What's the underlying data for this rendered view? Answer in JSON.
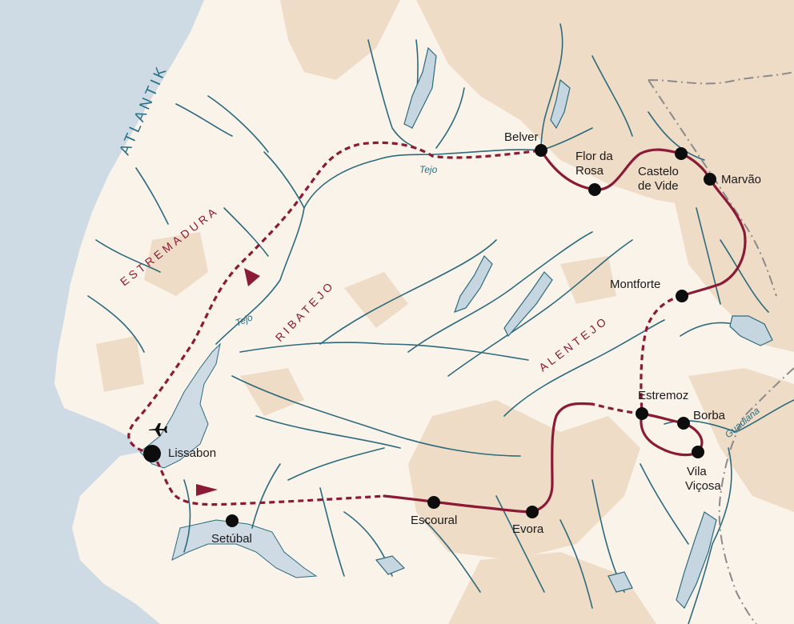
{
  "colors": {
    "ocean": "#cfdbe4",
    "land": "#faf3ea",
    "relief": "#efdcc6",
    "river": "#2c6a7c",
    "route": "#8b1a36",
    "border": "#8a8a8a"
  },
  "labels": {
    "ocean": "ATLANTIK",
    "regions": {
      "estremadura": "ESTREMADURA",
      "ribatejo": "RIBATEJO",
      "alentejo": "ALENTEJO"
    },
    "rivers": {
      "tejo_upper": "Tejo",
      "tejo_lower": "Tejo",
      "guadiana": "Guadiana"
    }
  },
  "cities": {
    "lissabon": "Lissabon",
    "setubal": "Setúbal",
    "escoural": "Escoural",
    "evora": "Evora",
    "estremoz": "Estremoz",
    "borba": "Borba",
    "vila_vicosa_1": "Vila",
    "vila_vicosa_2": "Viçosa",
    "montforte": "Montforte",
    "marvao": "Marvão",
    "castelo_1": "Castelo",
    "castelo_2": "de Vide",
    "flor_1": "Flor da",
    "flor_2": "Rosa",
    "belver": "Belver"
  },
  "icons": {
    "airport": "airplane-icon",
    "direction": "triangle-arrow-icon"
  }
}
